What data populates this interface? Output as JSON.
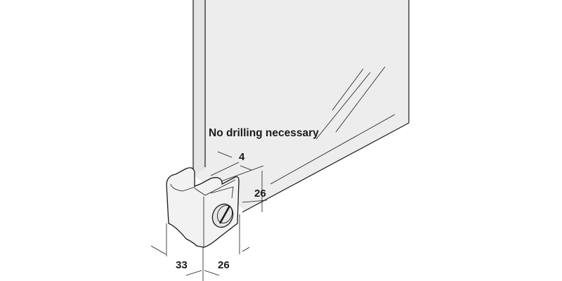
{
  "diagram": {
    "note": "No drilling necessary",
    "dimensions": {
      "glass_thickness": "4",
      "height": "26",
      "width_front": "26",
      "width_side": "33"
    },
    "colors": {
      "glass": "#ededed",
      "line": "#1a1a1a",
      "clip": "#f2f2f2"
    }
  }
}
